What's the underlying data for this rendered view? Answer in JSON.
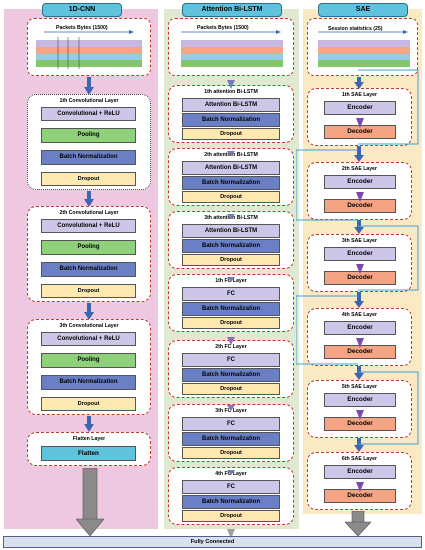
{
  "columns": {
    "cnn": {
      "header": "1D-CNN",
      "input_label": "Packets Bytes  (1500)",
      "layers": [
        {
          "title": "1th Convolutional Layer",
          "blocks": [
            "Convolutional + ReLU",
            "Pooling",
            "Batch Normalization",
            "Dropout"
          ]
        },
        {
          "title": "2th Convolutional Layer",
          "blocks": [
            "Convolutional + ReLU",
            "Pooling",
            "Batch Normalization",
            "Dropout"
          ]
        },
        {
          "title": "3th Convolutional Layer",
          "blocks": [
            "Convolutional + ReLU",
            "Pooling",
            "Batch Normalization",
            "Dropout"
          ]
        }
      ],
      "flatten": {
        "title": "Flatten Layer",
        "block": "Flatten"
      }
    },
    "lstm": {
      "header": "Attention Bi-LSTM",
      "input_label": "Packets Bytes  (1500)",
      "layers": [
        {
          "title": "1th attention Bi-LSTM",
          "blocks": [
            "Attention Bi-LSTM",
            "Batch Normalization",
            "Dropout"
          ]
        },
        {
          "title": "2th attention Bi-LSTM",
          "blocks": [
            "Attention Bi-LSTM",
            "Batch Normalization",
            "Dropout"
          ]
        },
        {
          "title": "3th attention Bi-LSTM",
          "blocks": [
            "Attention Bi-LSTM",
            "Batch Normalization",
            "Dropout"
          ]
        },
        {
          "title": "1th FC Layer",
          "blocks": [
            "FC",
            "Batch Normalization",
            "Dropout"
          ]
        },
        {
          "title": "2th FC Layer",
          "blocks": [
            "FC",
            "Batch Normalization",
            "Dropout"
          ]
        },
        {
          "title": "3th FC Layer",
          "blocks": [
            "FC",
            "Batch Normalization",
            "Dropout"
          ]
        },
        {
          "title": "4th FC Layer",
          "blocks": [
            "FC",
            "Batch Normalization",
            "Dropout"
          ]
        }
      ]
    },
    "sae": {
      "header": "SAE",
      "input_label": "Session statistics (25)",
      "layers": [
        {
          "title": "1th SAE Layer",
          "blocks": [
            "Encoder",
            "Decoder"
          ]
        },
        {
          "title": "2th SAE Layer",
          "blocks": [
            "Encoder",
            "Decoder"
          ]
        },
        {
          "title": "3th SAE Layer",
          "blocks": [
            "Encoder",
            "Decoder"
          ]
        },
        {
          "title": "4th SAE Layer",
          "blocks": [
            "Encoder",
            "Decoder"
          ]
        },
        {
          "title": "5th SAE Layer",
          "blocks": [
            "Encoder",
            "Decoder"
          ]
        },
        {
          "title": "6th SAE Layer",
          "blocks": [
            "Encoder",
            "Decoder"
          ]
        }
      ]
    }
  },
  "output": {
    "label": "Fully Connected"
  },
  "colors": {
    "cnn_bg": "#eec8e0",
    "lstm_bg": "#dfe8d0",
    "sae_bg": "#fbe9c4",
    "header": "#5fc3dd",
    "arrow": "#3c66b0",
    "skip_arrow": "#39a0d8",
    "input_bars": [
      "#c7b7e3",
      "#f2a782",
      "#95cde6",
      "#86c66a"
    ]
  }
}
